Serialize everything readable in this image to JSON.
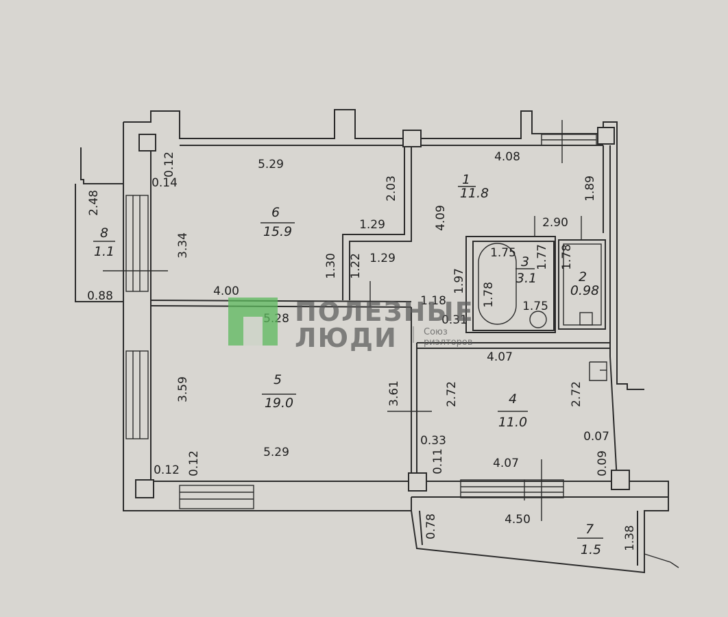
{
  "rooms": [
    {
      "num": "1",
      "area": "11.8"
    },
    {
      "num": "2",
      "area": "0.98"
    },
    {
      "num": "3",
      "area": "3.1"
    },
    {
      "num": "4",
      "area": "11.0"
    },
    {
      "num": "5",
      "area": "19.0"
    },
    {
      "num": "6",
      "area": "15.9"
    },
    {
      "num": "7",
      "area": "1.5"
    },
    {
      "num": "8",
      "area": "1.1"
    }
  ],
  "dims": {
    "r6_top": "5.29",
    "r6_left_a": "0.12",
    "r6_left_b": "0.14",
    "r6_right": "2.03",
    "r6_step": "1.29",
    "r6_step2": "1.29",
    "r6_height": "3.34",
    "r6_bottom": "4.00",
    "door_a": "1.30",
    "door_b": "1.22",
    "r1_top": "4.08",
    "r1_right": "1.89",
    "r1_left": "4.09",
    "r1_inner": "2.90",
    "r3_top": "1.75",
    "r3_right": "1.77",
    "r3_left": "1.78",
    "r3_bottom": "1.75",
    "r2_side": "1.78",
    "corr_a": "1.97",
    "corr_b": "1.18",
    "corr_c": "0.31",
    "r5_top": "5.28",
    "r5_left": "3.59",
    "r5_right": "3.61",
    "r5_bottom": "5.29",
    "r5_wall_a": "0.12",
    "r5_wall_b": "0.12",
    "r4_top": "4.07",
    "r4_left": "2.72",
    "r4_right": "2.72",
    "r4_bottom": "4.07",
    "r4_a": "0.33",
    "r4_b": "0.11",
    "r4_c": "0.07",
    "r4_d": "0.09",
    "r7_width": "4.50",
    "r7_left": "0.78",
    "r7_right": "1.38",
    "r8_height": "2.48",
    "r8_bottom": "0.88"
  },
  "watermark": {
    "line1": "ПОЛЕЗНЫЕ",
    "line2": "ЛЮДИ",
    "sub1": "Союз",
    "sub2": "риэлторов",
    "brand_color": "#5cb85c"
  }
}
